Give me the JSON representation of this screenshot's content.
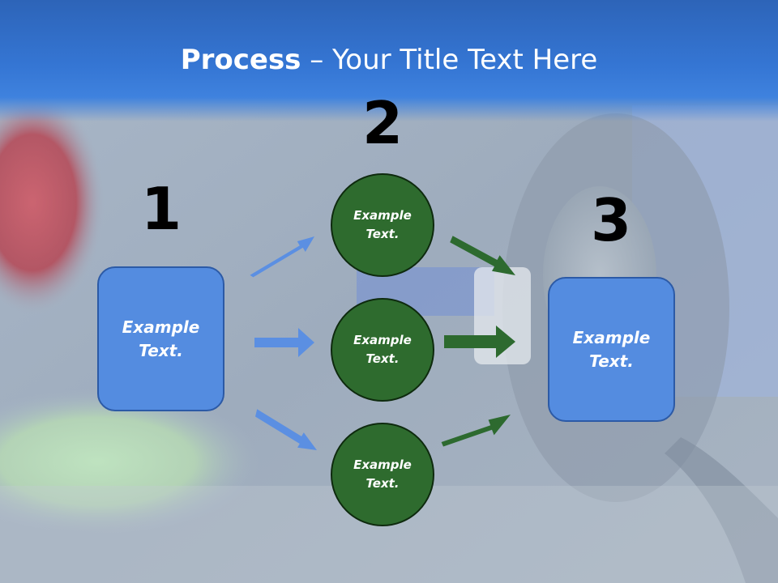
{
  "slide": {
    "title_bold": "Process",
    "title_rest": " – Your Title Text Here",
    "steps": [
      {
        "number": "1",
        "text": "Example\nText."
      },
      {
        "number": "2",
        "circles": [
          "Example\nText.",
          "Example\nText.",
          "Example\nText."
        ]
      },
      {
        "number": "3",
        "text": "Example\nText."
      }
    ]
  },
  "colors": {
    "title_band": "#3576d4",
    "box_fill": "#548ce0",
    "box_border": "#2c5aa6",
    "circle_fill": "#2e6b2e",
    "blue_arrow": "#5b8fe2",
    "green_arrow": "#2d6a2f"
  }
}
